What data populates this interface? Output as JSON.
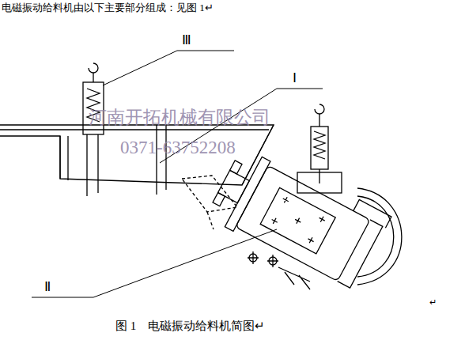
{
  "diagram": {
    "title": "电磁振动给料机由以下主要部分组成：见图 1↵",
    "caption": "图 1    电磁振动给料机简图↵",
    "labels": [
      "Ⅲ",
      "Ⅰ",
      "Ⅱ",
      "河南开拓机械有限公司",
      "0371-63752208",
      "↵"
    ]
  }
}
